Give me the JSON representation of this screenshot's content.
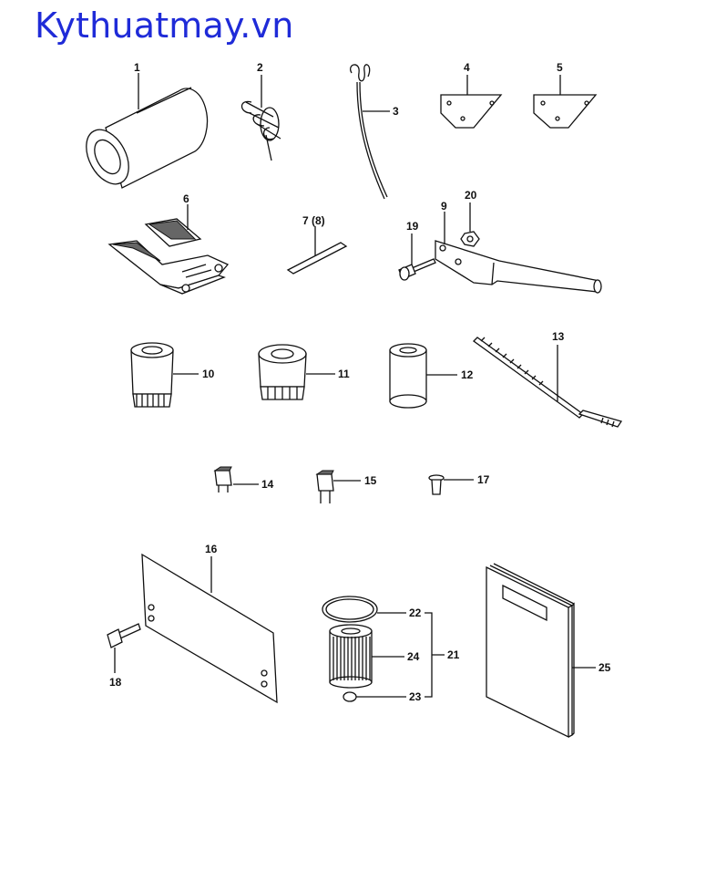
{
  "watermark": "Kythuatmay.vn",
  "labels": {
    "p1": "1",
    "p2": "2",
    "p3": "3",
    "p4": "4",
    "p5": "5",
    "p6": "6",
    "p7": "7 (8)",
    "p9": "9",
    "p10": "10",
    "p11": "11",
    "p12": "12",
    "p13": "13",
    "p14": "14",
    "p15": "15",
    "p16": "16",
    "p17": "17",
    "p18": "18",
    "p19": "19",
    "p20": "20",
    "p21": "21",
    "p22": "22",
    "p23": "23",
    "p24": "24",
    "p25": "25"
  }
}
